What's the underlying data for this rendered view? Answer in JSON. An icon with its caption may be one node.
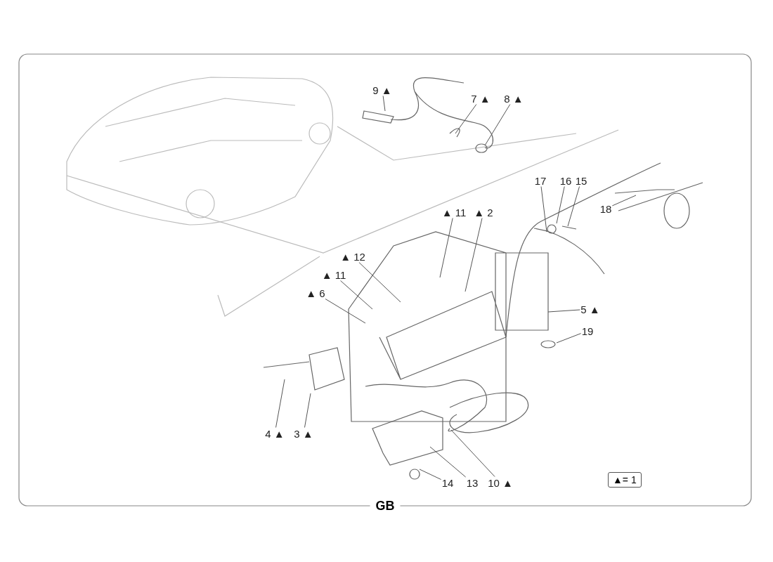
{
  "diagram": {
    "nodes": [
      {
        "text": [
          "9 ▲"
        ]
      },
      {
        "text": [
          "7 ▲"
        ]
      },
      {
        "text": [
          "8 ▲"
        ]
      },
      {
        "text": [
          "17"
        ]
      },
      {
        "text": [
          "16"
        ]
      },
      {
        "text": [
          "15"
        ]
      },
      {
        "text": [
          "18"
        ]
      },
      {
        "text": [
          "▲ 11"
        ]
      },
      {
        "text": [
          "▲ 2"
        ]
      },
      {
        "text": [
          "▲ 12"
        ]
      },
      {
        "text": [
          "▲ 11"
        ]
      },
      {
        "text": [
          "▲ 6"
        ]
      },
      {
        "text": [
          "5 ▲"
        ]
      },
      {
        "text": [
          "19"
        ]
      },
      {
        "text": [
          "4 ▲"
        ]
      },
      {
        "text": [
          "3 ▲"
        ]
      },
      {
        "text": [
          "14"
        ]
      },
      {
        "text": [
          "13"
        ]
      },
      {
        "text": [
          "10 ▲"
        ]
      },
      {
        "text": [
          "▲= 1"
        ]
      }
    ],
    "edges": [
      {
        "from": 0,
        "to": null,
        "arrow": "none"
      },
      {
        "from": 1,
        "to": null,
        "arrow": "none"
      },
      {
        "from": 2,
        "to": null,
        "arrow": "none"
      },
      {
        "from": 3,
        "to": null,
        "arrow": "none"
      },
      {
        "from": 4,
        "to": null,
        "arrow": "none"
      },
      {
        "from": 5,
        "to": null,
        "arrow": "none"
      },
      {
        "from": 6,
        "to": null,
        "arrow": "none"
      },
      {
        "from": 7,
        "to": null,
        "arrow": "none"
      },
      {
        "from": 8,
        "to": null,
        "arrow": "none"
      },
      {
        "from": 9,
        "to": null,
        "arrow": "none"
      },
      {
        "from": 10,
        "to": null,
        "arrow": "none"
      },
      {
        "from": 11,
        "to": null,
        "arrow": "none"
      },
      {
        "from": 12,
        "to": null,
        "arrow": "none"
      },
      {
        "from": 13,
        "to": null,
        "arrow": "none"
      },
      {
        "from": 14,
        "to": null,
        "arrow": "none"
      },
      {
        "from": 15,
        "to": null,
        "arrow": "none"
      },
      {
        "from": 16,
        "to": null,
        "arrow": "none"
      },
      {
        "from": 17,
        "to": null,
        "arrow": "none"
      },
      {
        "from": 18,
        "to": null,
        "arrow": "none"
      }
    ],
    "labels": [
      "GB"
    ]
  }
}
